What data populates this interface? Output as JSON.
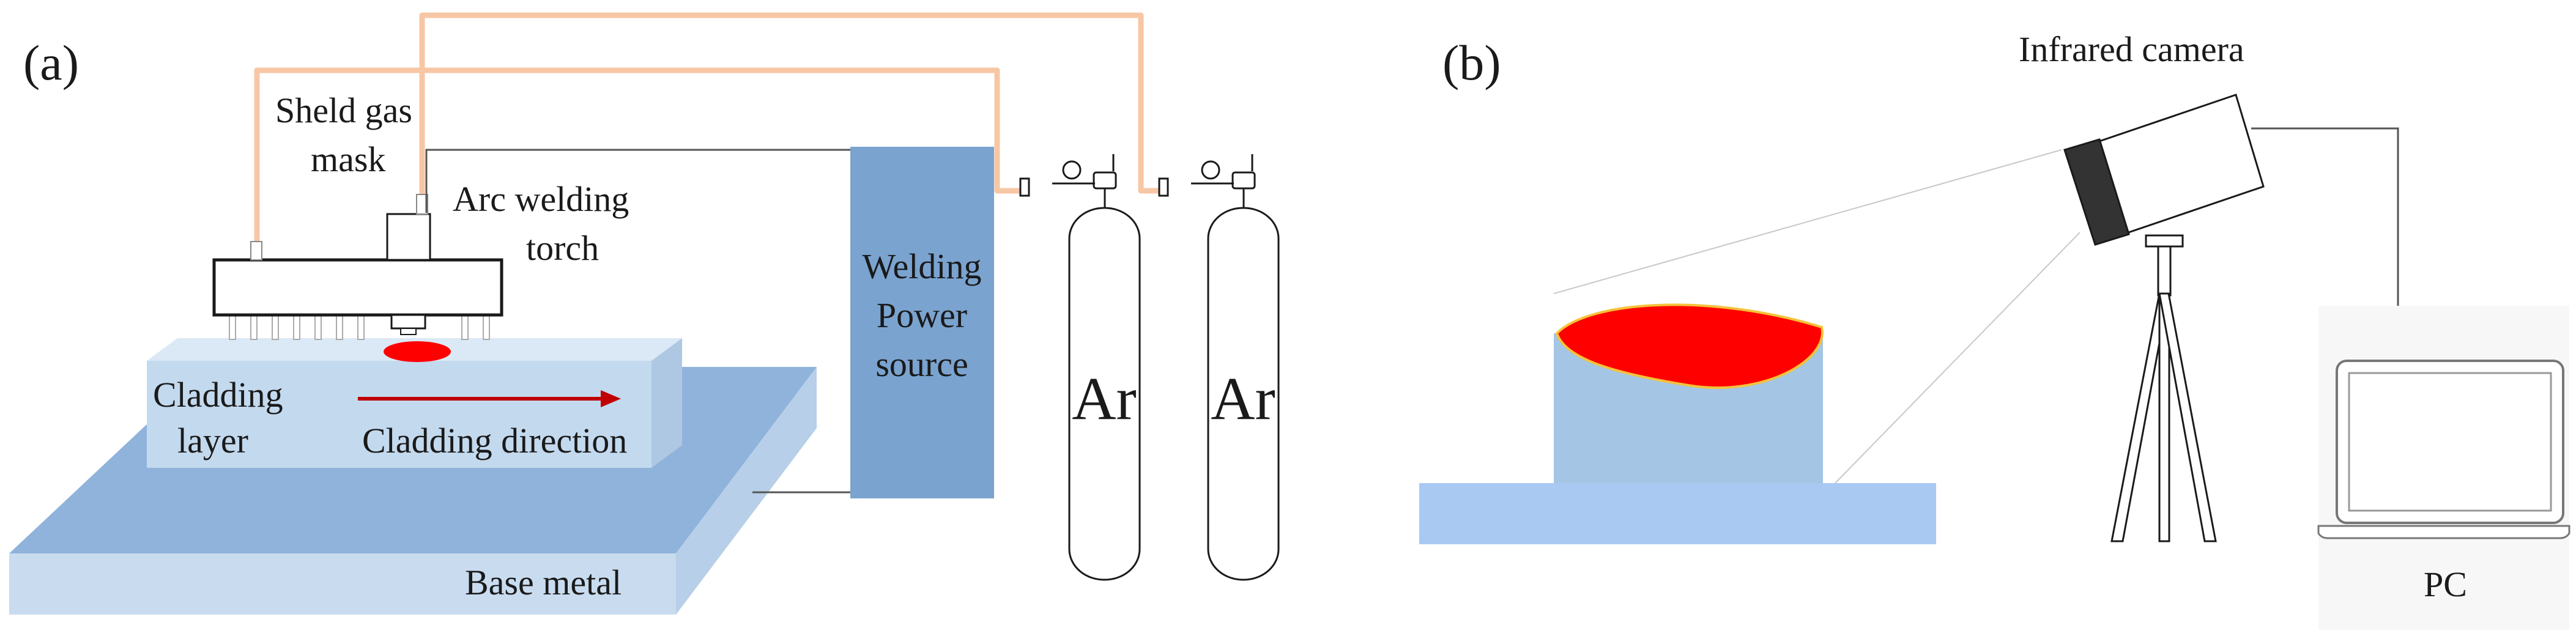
{
  "panel_a": {
    "label": "(a)",
    "shield_gas_mask_line1": "Sheld gas",
    "shield_gas_mask_line2": "mask",
    "torch_line1": "Arc welding",
    "torch_line2": "torch",
    "power_line1": "Welding",
    "power_line2": "Power",
    "power_line3": "source",
    "cladding_layer_line1": "Cladding",
    "cladding_layer_line2": "layer",
    "cladding_direction": "Cladding direction",
    "base_metal": "Base metal",
    "cylinder_1_gas": "Ar",
    "cylinder_2_gas": "Ar"
  },
  "panel_b": {
    "label": "(b)",
    "infrared_camera": "Infrared camera",
    "pc": "PC"
  },
  "colors": {
    "gas_hose": "#f7c7a5",
    "base_plate_top": "#8fb3da",
    "base_plate_side": "#c9dcef",
    "cladding_block": "#c3d9ee",
    "power_source": "#7aa3cf",
    "melt_pool": "#ff0000",
    "arrow": "#c00000",
    "sample_block": "#a5c5e4",
    "sample_base": "#a9c9f2"
  }
}
